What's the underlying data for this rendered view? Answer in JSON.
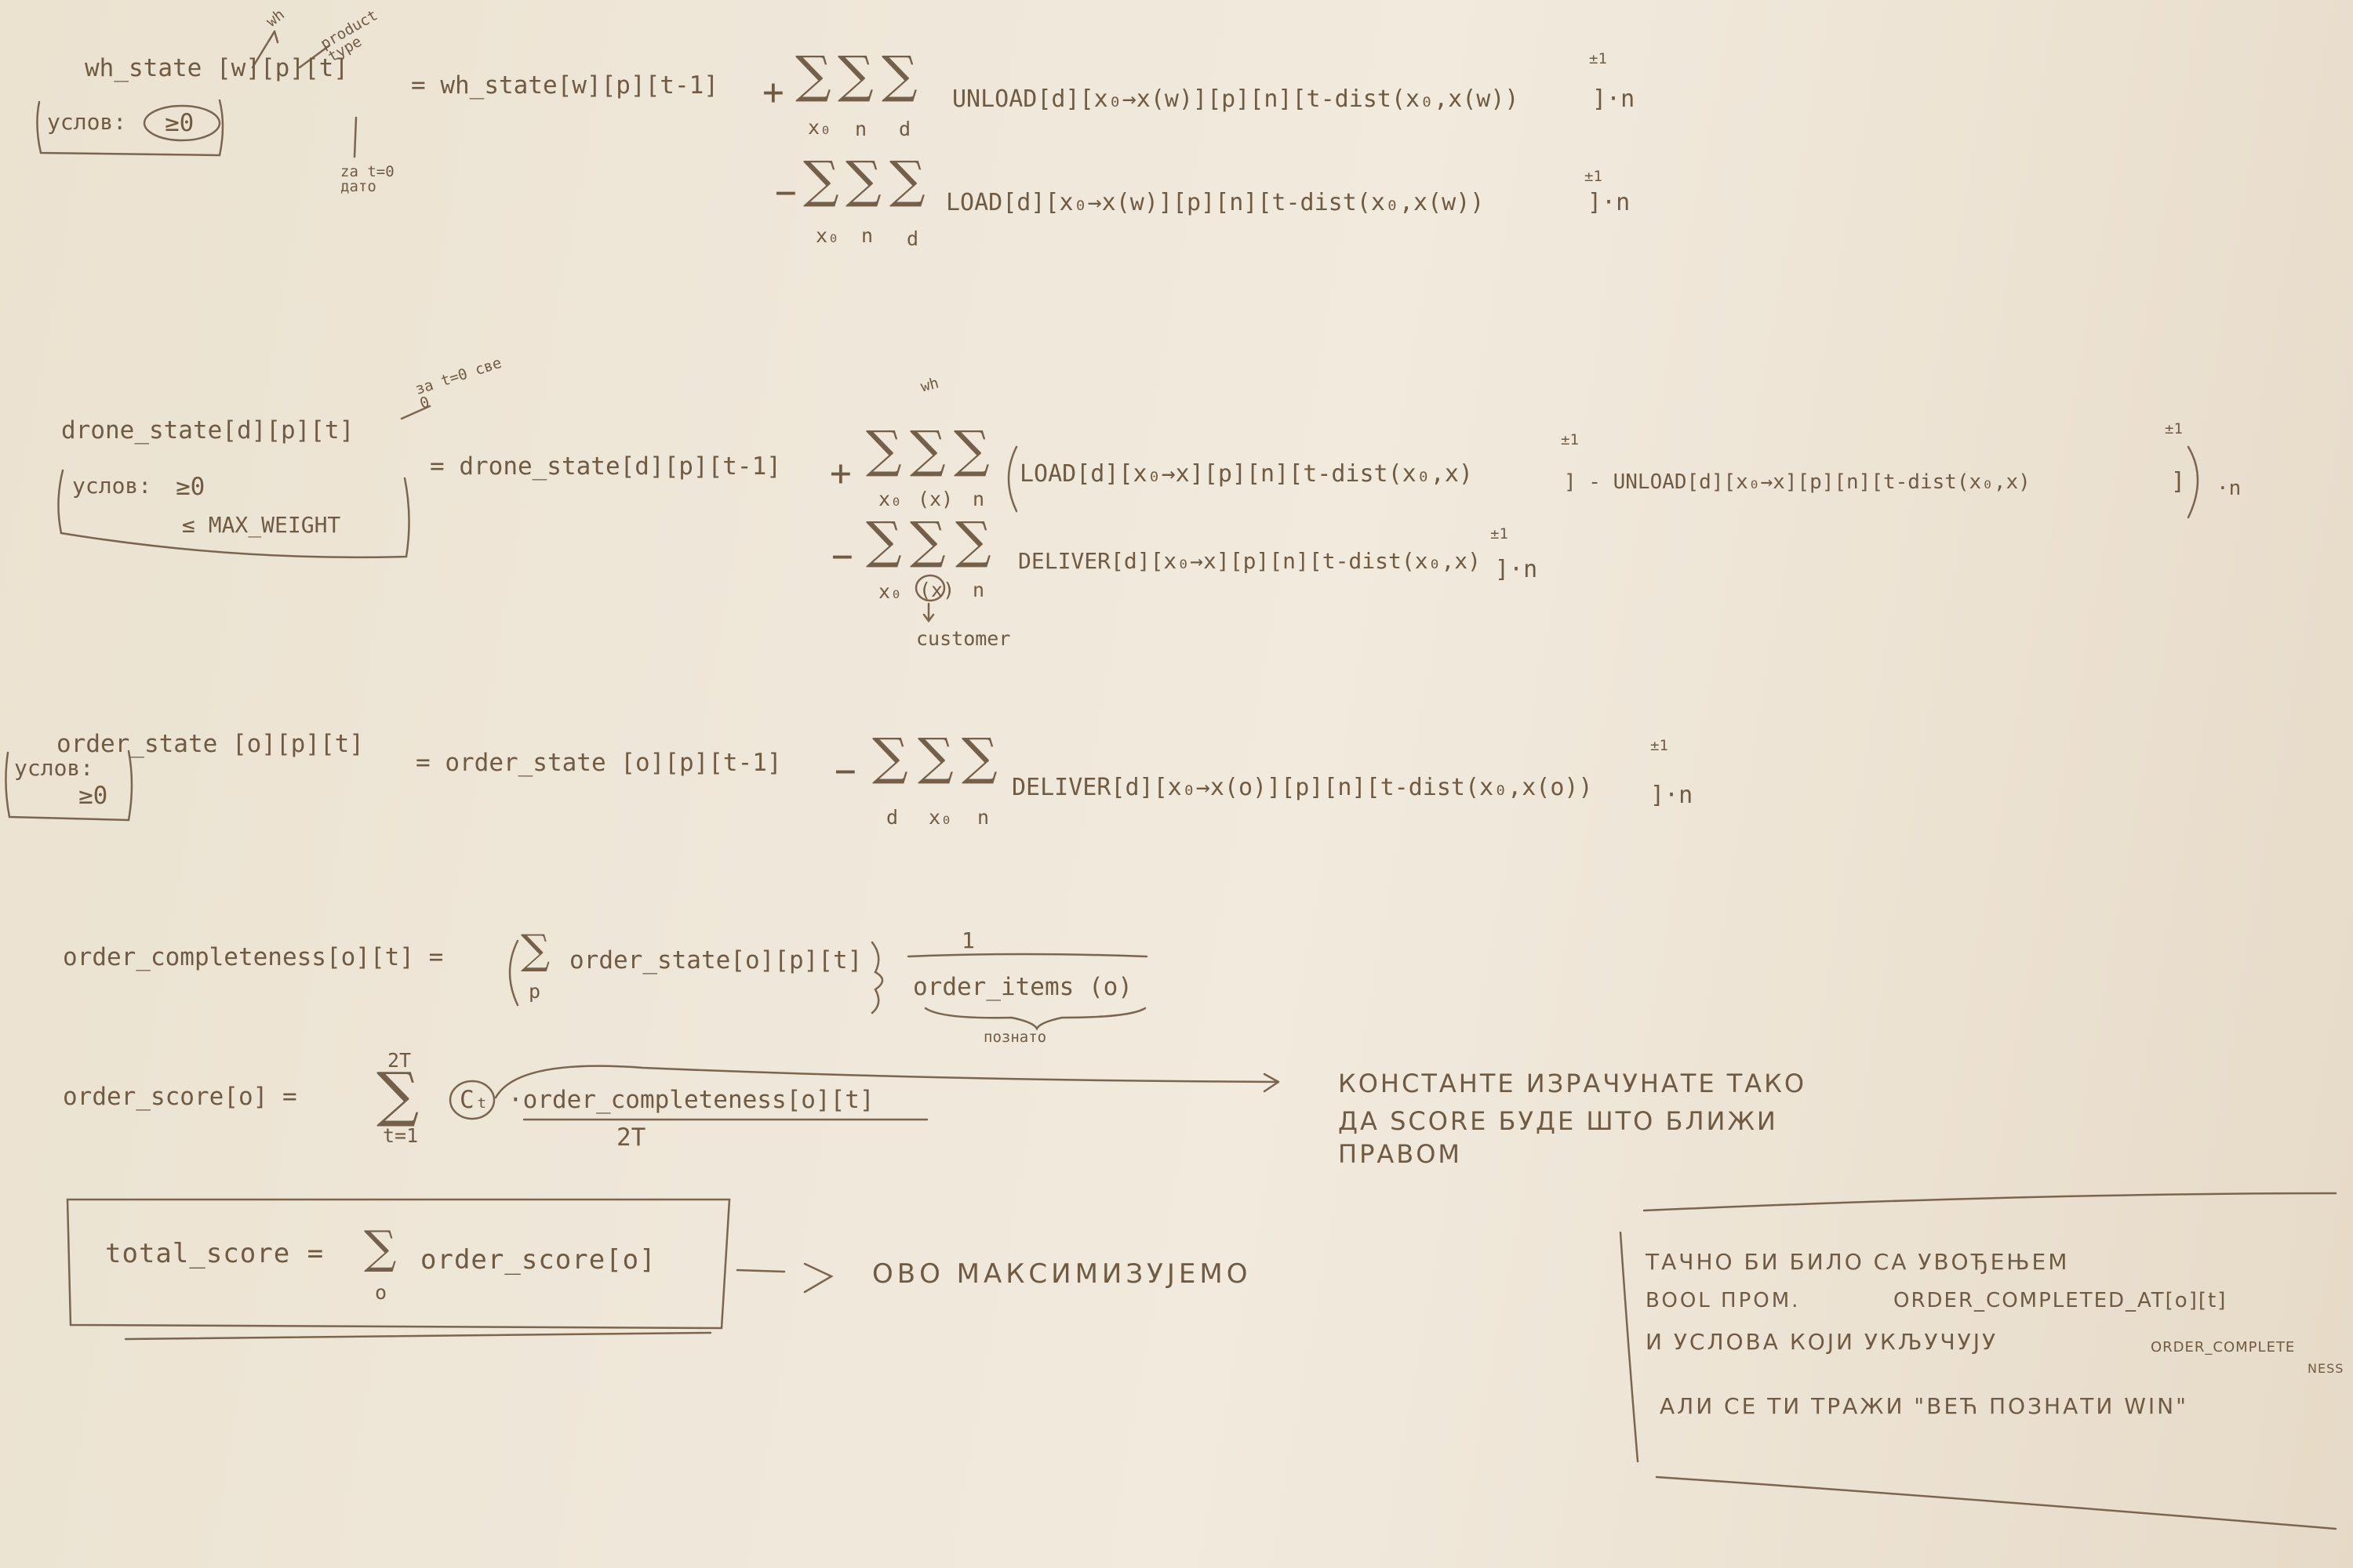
{
  "eq1": {
    "lhs": "wh_state [w][p][t]",
    "ann_wh": "wh",
    "ann_product": "product type",
    "cond_label": "услов:",
    "cond_value": "≥0",
    "ann_t0": "za t=0 дато",
    "eq_rhs": "= wh_state[w][p][t-1]",
    "plus": "+",
    "minus": "−",
    "sum_x0": "x₀",
    "sum_n": "n",
    "sum_d": "d",
    "term_unload": "UNLOAD[d][x₀→x(w)][p][n][t-dist(x₀,x(w))",
    "term_unload_end": "]·n",
    "term_load": "LOAD[d][x₀→x(w)][p][n][t-dist(x₀,x(w))",
    "term_load_end": "]·n",
    "pm": "±1"
  },
  "eq2": {
    "lhs": "drone_state[d][p][t]",
    "ann_t0": "за t=0 све 0",
    "cond_label": "услов:",
    "cond_ge": "≥0",
    "cond_le": "≤ MAX_WEIGHT",
    "eq_rhs": "= drone_state[d][p][t-1]",
    "plus": "+",
    "minus": "−",
    "ann_wh": "wh",
    "sum_x0": "x₀",
    "sum_x": "(x)",
    "sum_n": "n",
    "term_load": "LOAD[d][x₀→x][p][n][t-dist(x₀,x)",
    "term_mid": "] - UNLOAD[d][x₀→x][p][n][t-dist(x₀,x)",
    "term_end": "]",
    "dot_n": "·n",
    "term_deliver": "DELIVER[d][x₀→x][p][n][t-dist(x₀,x)",
    "term_deliver_end": "]·n",
    "ann_customer": "customer",
    "pm": "±1"
  },
  "eq3": {
    "lhs": "order_state [o][p][t]",
    "cond_label": "услов:",
    "cond_value": "≥0",
    "eq_rhs": "= order_state [o][p][t-1]",
    "minus": "−",
    "sum_d": "d",
    "sum_x0": "x₀",
    "sum_n": "n",
    "term_deliver": "DELIVER[d][x₀→x(o)][p][n][t-dist(x₀,x(o))",
    "term_end": "]·n",
    "pm": "±1"
  },
  "eq4": {
    "lhs": "order_completeness[o][t] =",
    "sum_p": "p",
    "term": "order_state[o][p][t]",
    "num": "1",
    "den": "order_items (o)",
    "ann_known": "познато"
  },
  "eq5": {
    "lhs": "order_score[o] =",
    "sum_top": "2T",
    "sum_bottom": "t=1",
    "ct": "Cₜ",
    "numer": "·order_completeness[o][t]",
    "denom": "2T",
    "note_line1": "КОНСТАНТЕ ИЗРАЧУНАТЕ ТАКО",
    "note_line2": "ДА SCORE БУДЕ ШТО БЛИЖИ",
    "note_line3": "ПРАВОМ"
  },
  "eq6": {
    "lhs": "total_score =",
    "sum_bottom": "o",
    "term": "order_score[o]",
    "note": "ОВО МАКСИМИЗУЈЕМО"
  },
  "side_note": {
    "line1": "ТАЧНО БИ БИЛО СА УВОЂЕЊЕМ",
    "line2a": "BOOL ПРОМ.",
    "line2b": "ORDER_COMPLETED_AT[o][t]",
    "line3a": "И УСЛОВА КОЈИ УКЉУЧУЈУ",
    "line3b": "ORDER_COMPLETE",
    "line3c": "NESS",
    "line4": "АЛИ СЕ ТИ ТРАЖИ \"ВЕЋ ПОЗНАТИ WIN\""
  }
}
